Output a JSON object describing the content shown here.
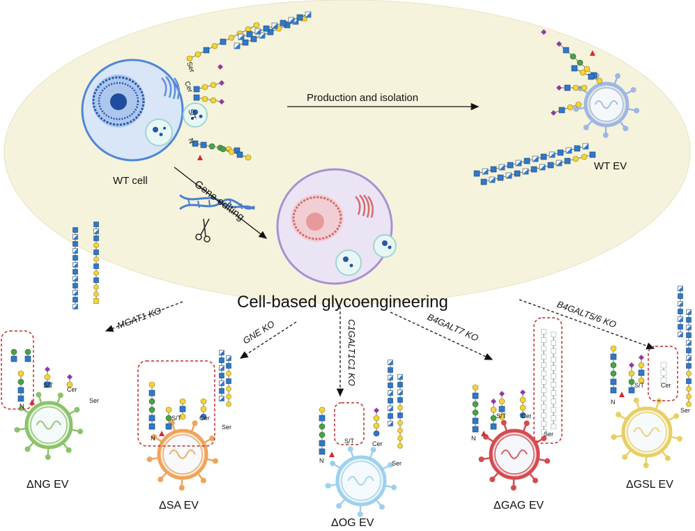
{
  "title": "Cell-based glycoengineering",
  "wt_cell_label": "WT cell",
  "wt_ev_label": "WT EV",
  "production_label": "Production and isolation",
  "gene_editing_label": "Gene editing",
  "linkage_labels": {
    "ser": "Ser",
    "cer": "Cer",
    "st": "S/T",
    "n": "N"
  },
  "knockouts": [
    {
      "ko": "MGAT1 KO",
      "ev": "ΔNG EV"
    },
    {
      "ko": "GNE KO",
      "ev": "ΔSA EV"
    },
    {
      "ko": "C1GALT1C1 KO",
      "ev": "ΔOG EV"
    },
    {
      "ko": "B4GALT7 KO",
      "ev": "ΔGAG EV"
    },
    {
      "ko": "B4GALT5/6 KO",
      "ev": "ΔGSL EV"
    }
  ],
  "colors": {
    "ellipse": "#f6f3dc",
    "wt_ev": "#9db7e6",
    "ng_ev": "#8bc26a",
    "sa_ev": "#f0a35a",
    "og_ev": "#9ed0ee",
    "gag_ev": "#d44b52",
    "gsl_ev": "#e8cf63",
    "hexnac": "#2f79c7",
    "hex": "#f3d43a",
    "man": "#4ba24b",
    "sia": "#8f3b9e",
    "fuc": "#d42b2b"
  }
}
